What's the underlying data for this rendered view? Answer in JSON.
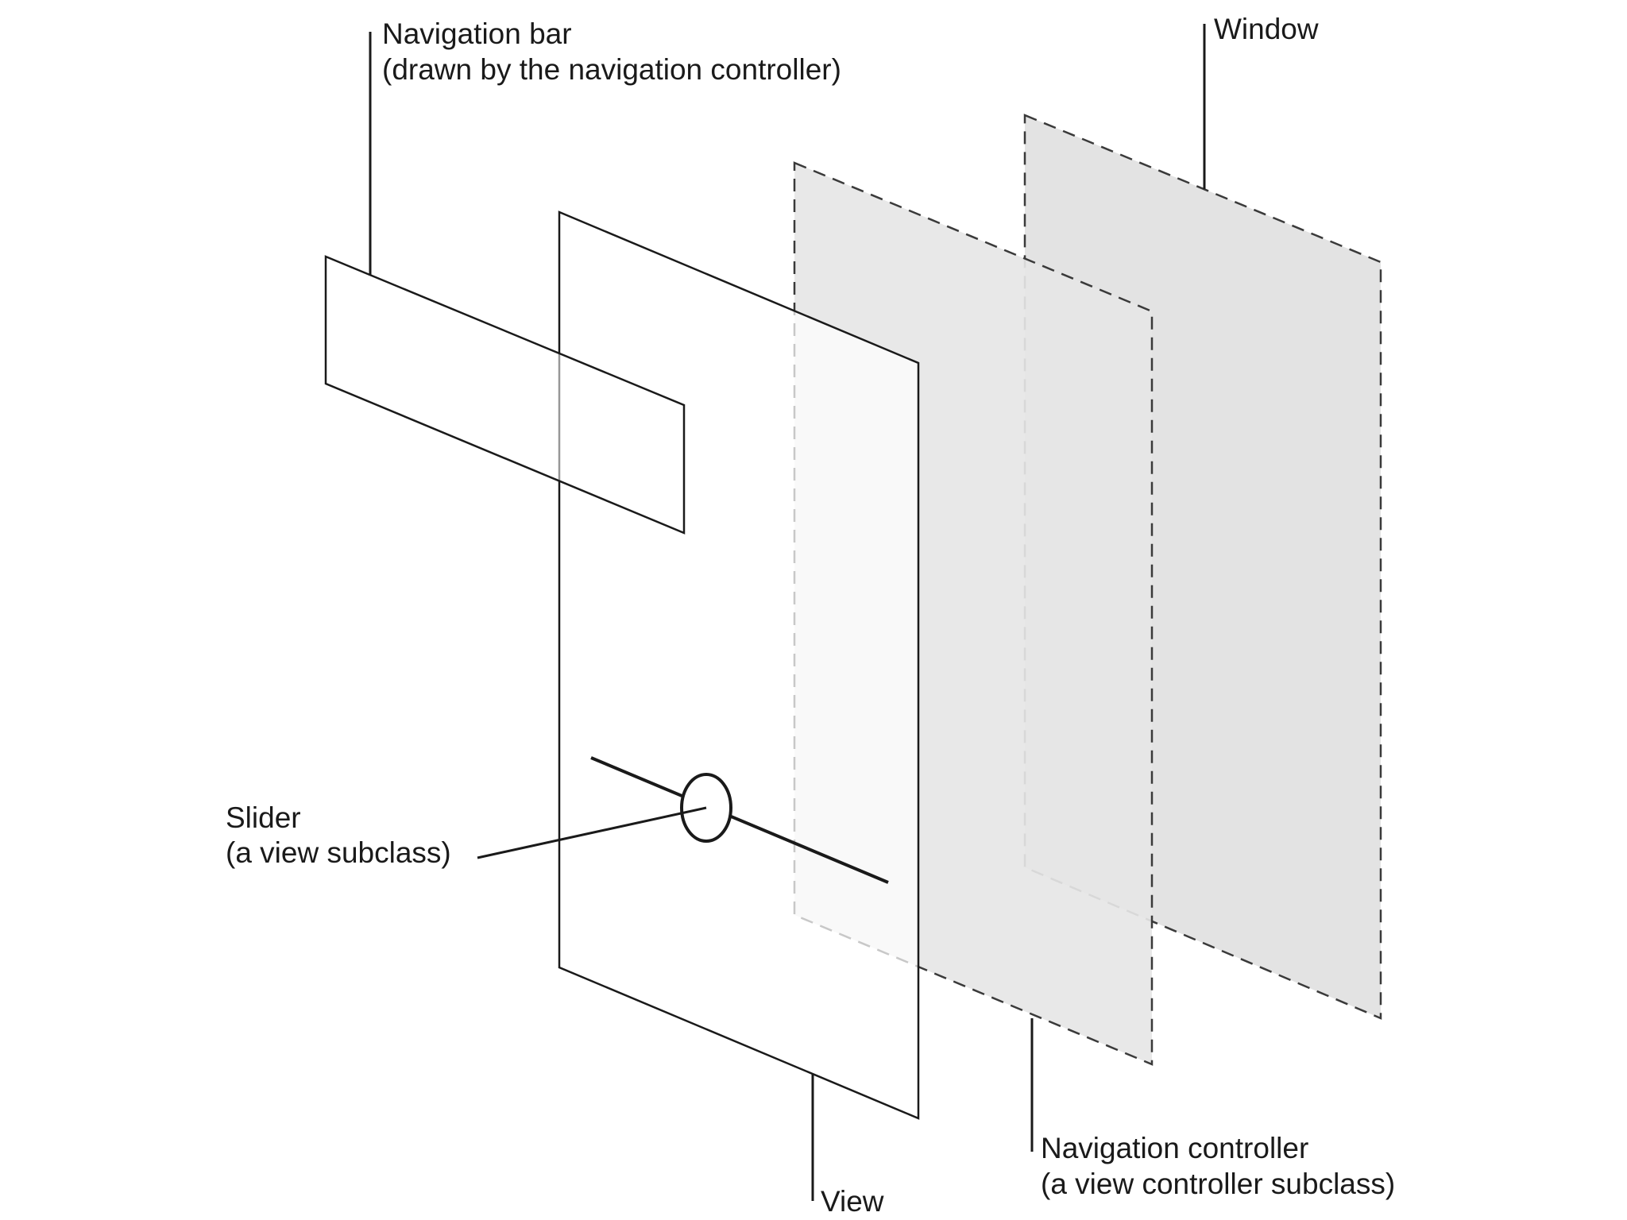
{
  "labels": {
    "navigation_bar": {
      "line1": "Navigation bar",
      "line2": "(drawn by the navigation controller)"
    },
    "window": {
      "line1": "Window"
    },
    "slider": {
      "line1": "Slider",
      "line2": "(a view subclass)"
    },
    "navigation_controller": {
      "line1": "Navigation controller",
      "line2": "(a view controller subclass)"
    },
    "view": {
      "line1": "View"
    }
  },
  "colors": {
    "window_fill": "#e3e3e3",
    "navigation_controller_fill": "#e6e6e6",
    "view_fill": "#ffffff",
    "stroke": "#1a1a1a"
  }
}
